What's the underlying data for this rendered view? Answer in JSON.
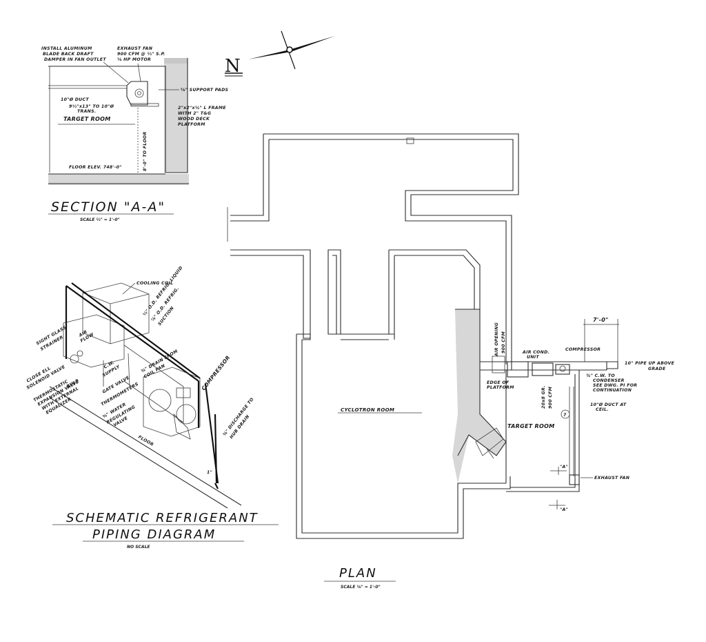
{
  "north": {
    "label": "N"
  },
  "section": {
    "title": "SECTION \"A-A\"",
    "scale": "SCALE ½\" = 1'-0\"",
    "notes": {
      "damper": [
        "INSTALL ALUMINUM",
        "BLADE BACK DRAFT",
        "DAMPER IN FAN OUTLET"
      ],
      "fan": [
        "EXHAUST FAN",
        "900 CFM @ ½\" S.P.",
        "⅛ HP MOTOR"
      ],
      "pads": "⅝\" SUPPORT PADS",
      "duct": "10\"Ø DUCT",
      "trans": [
        "9½\"x13\" TO 10\"Ø",
        "TRANS."
      ],
      "frame": [
        "2\"x2\"x¼\" L FRAME",
        "WITH 2\" T&G",
        "WOOD DECK",
        "PLATFORM"
      ],
      "room": "TARGET ROOM",
      "height": "8'-0\" TO FLOOR",
      "floor": "FLOOR ELEV. 748'-0\""
    }
  },
  "schematic": {
    "title_line1": "SCHEMATIC REFRIGERANT",
    "title_line2": "PIPING DIAGRAM",
    "scale": "NO SCALE",
    "labels": {
      "cooling_coil": "COOLING COIL",
      "liquid": [
        "½\" O.D. REFRIG. LIQUID"
      ],
      "suction": [
        "⅞\" O.D. REFRIG.",
        "SUCTION"
      ],
      "sight_glass": "SIGHT GLASS",
      "strainer": "STRAINER",
      "air_flow": [
        "AIR",
        "FLOW"
      ],
      "close_ell": "CLOSE ELL",
      "solenoid": "SOLENOID VALVE",
      "expansion": [
        "THERMOSTATIC",
        "EXPANSION VALVE",
        "WITH EXTERNAL",
        "EQUALIZER"
      ],
      "bulb": "BULB",
      "cw_supply": [
        "C.W.",
        "SUPPLY"
      ],
      "gate_valve": "GATE VALVE",
      "drain": [
        "¾\" DRAIN FROM",
        "COIL PAN"
      ],
      "thermometers": "THERMOMETERS",
      "water_reg": [
        "⅜\" WATER",
        "REGULATING",
        "VALVE"
      ],
      "compressor": "COMPRESSOR",
      "discharge": [
        "⅜\" DISCHARGE TO",
        "HUB DRAIN"
      ],
      "floor": "FLOOR",
      "one_inch": "1\""
    }
  },
  "plan": {
    "title": "PLAN",
    "scale": "SCALE ⅛\" = 1'-0\"",
    "labels": {
      "cyclotron": "CYCLOTRON ROOM",
      "target": "TARGET ROOM",
      "air_opening": [
        "AIR OPENING",
        "900 CFM"
      ],
      "ac_unit": [
        "AIR COND.",
        "UNIT"
      ],
      "compressor": "COMPRESSOR",
      "edge_platform": [
        "EDGE OF",
        "PLATFORM"
      ],
      "grille": [
        "20x8 GR.",
        "900 CFM"
      ],
      "dim": "7'-0\"",
      "pipe_up": [
        "10\" PIPE UP ABOVE",
        "GRADE"
      ],
      "cw_condenser": [
        "¾\" C.W. TO",
        "CONDENSER",
        "SEE DWG. PI FOR",
        "CONTINUATION"
      ],
      "duct_ceil": [
        "10\"Ø DUCT AT",
        "CEIL."
      ],
      "exhaust_fan": "EXHAUST FAN",
      "section_mark_upper": "\"A\"",
      "section_mark_lower": "\"A\"",
      "tag": "7"
    }
  }
}
